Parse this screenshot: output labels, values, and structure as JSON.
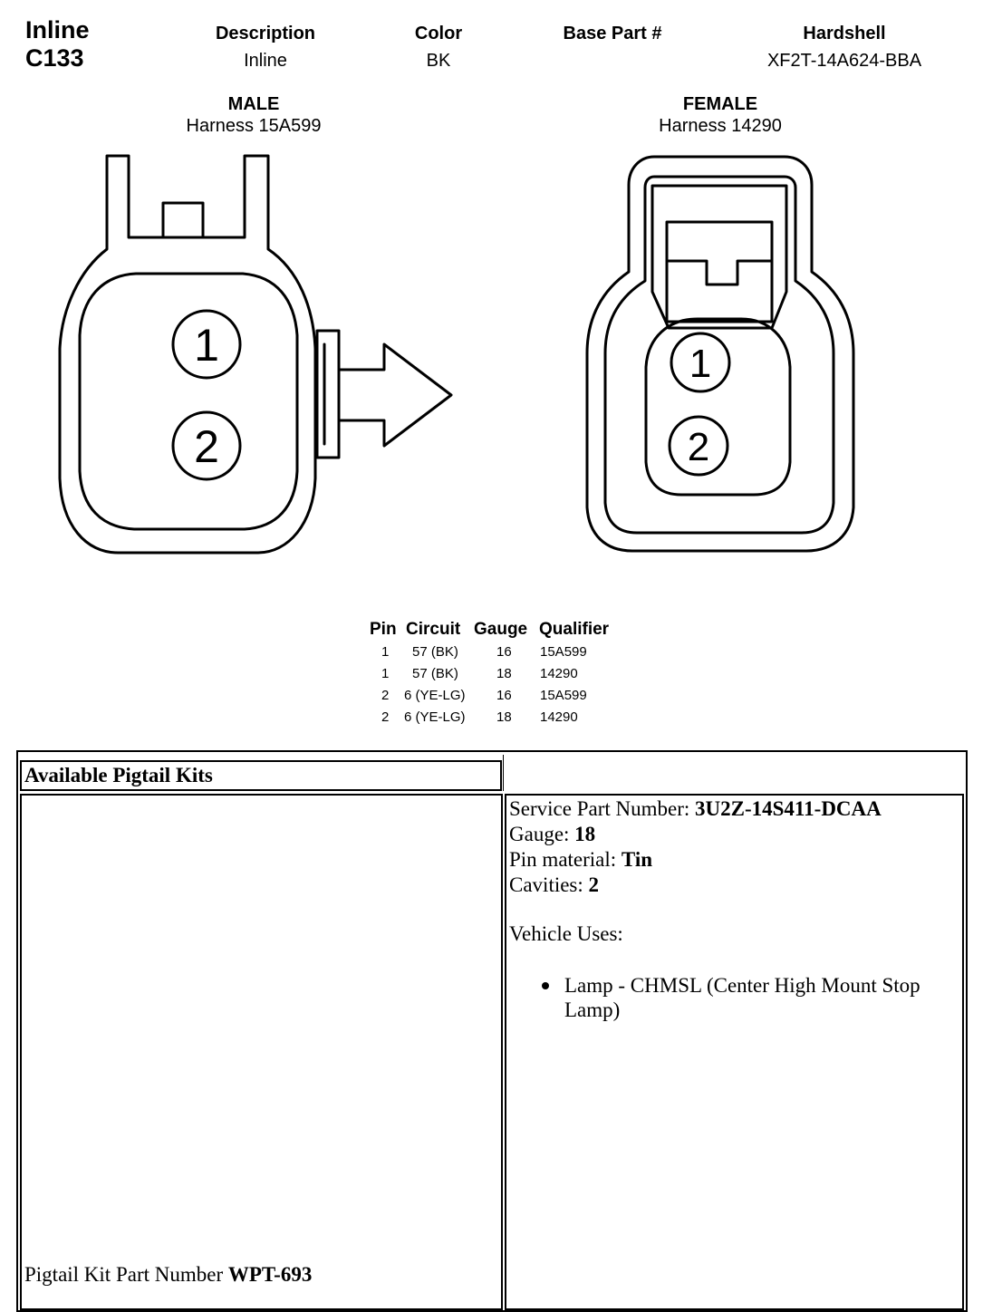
{
  "connector": {
    "type": "Inline",
    "id": "C133"
  },
  "header": {
    "description_label": "Description",
    "description_value": "Inline",
    "color_label": "Color",
    "color_value": "BK",
    "base_part_label": "Base Part #",
    "base_part_value": "",
    "hardshell_label": "Hardshell",
    "hardshell_value": "XF2T-14A624-BBA"
  },
  "male": {
    "title": "MALE",
    "harness": "Harness 15A599",
    "pins": [
      "1",
      "2"
    ]
  },
  "female": {
    "title": "FEMALE",
    "harness": "Harness 14290",
    "pins": [
      "1",
      "2"
    ]
  },
  "pin_table": {
    "headers": [
      "Pin",
      "Circuit",
      "Gauge",
      "Qualifier"
    ],
    "rows": [
      {
        "pin": "1",
        "circuit": "57 (BK)",
        "gauge": "16",
        "qualifier": "15A599"
      },
      {
        "pin": "1",
        "circuit": "57 (BK)",
        "gauge": "18",
        "qualifier": "14290"
      },
      {
        "pin": "2",
        "circuit": "6 (YE-LG)",
        "gauge": "16",
        "qualifier": "15A599"
      },
      {
        "pin": "2",
        "circuit": "6 (YE-LG)",
        "gauge": "18",
        "qualifier": "14290"
      }
    ]
  },
  "pigtail_kits": {
    "heading": "Available Pigtail Kits",
    "service_part_label": "Service Part Number: ",
    "service_part_value": "3U2Z-14S411-DCAA",
    "gauge_label": "Gauge: ",
    "gauge_value": "18",
    "pin_material_label": "Pin material: ",
    "pin_material_value": "Tin",
    "cavities_label": "Cavities: ",
    "cavities_value": "2",
    "vehicle_uses_label": "Vehicle Uses:",
    "vehicle_uses": [
      "Lamp - CHMSL (Center High Mount Stop Lamp)"
    ],
    "kit_part_label": "Pigtail Kit Part Number ",
    "kit_part_value": "WPT-693"
  }
}
